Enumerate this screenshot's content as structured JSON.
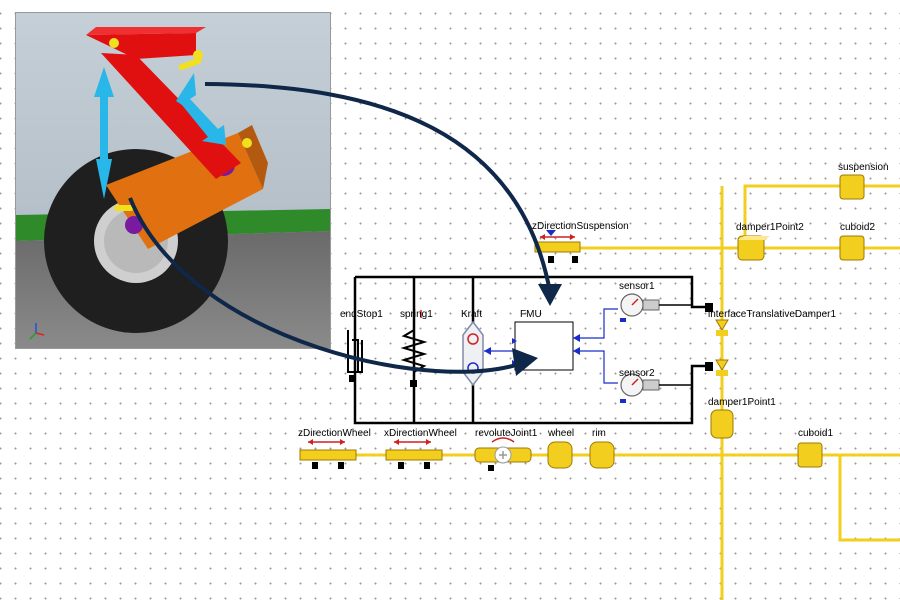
{
  "labels": {
    "suspension": "suspension",
    "zDirectionSuspension": "zDirectionSuspension",
    "damper1Point2": "damper1Point2",
    "cuboid2": "cuboid2",
    "sensor1": "sensor1",
    "sensor2": "sensor2",
    "endStop1": "endStop1",
    "spring1": "spring1",
    "kraft": "Kraft",
    "fmu": "FMU",
    "interfaceTranslativeDamper1": "interfaceTranslativeDamper1",
    "damper1Point1": "damper1Point1",
    "zDirectionWheel": "zDirectionWheel",
    "xDirectionWheel": "xDirectionWheel",
    "revoluteJoint1": "revoluteJoint1",
    "wheel": "wheel",
    "rim": "rim",
    "cuboid1": "cuboid1"
  },
  "colors": {
    "connector": "#f2cf1f",
    "signal": "#1a2ccc",
    "arrow": "#0f2748",
    "red_link": "#e01010",
    "orange_link": "#e07010",
    "cyan_arrow": "#29b6e8"
  },
  "icons": {
    "scene": "3d-suspension-view",
    "axes": "axes-icon"
  }
}
